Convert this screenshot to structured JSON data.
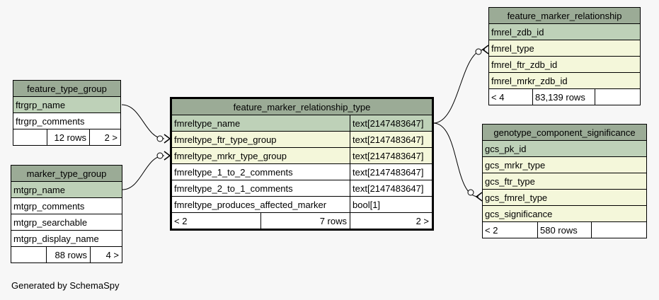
{
  "tables": {
    "feature_type_group": {
      "name": "feature_type_group",
      "columns": [
        "ftrgrp_name",
        "ftrgrp_comments"
      ],
      "rows": "12 rows",
      "children": "2 >"
    },
    "marker_type_group": {
      "name": "marker_type_group",
      "columns": [
        "mtgrp_name",
        "mtgrp_comments",
        "mtgrp_searchable",
        "mtgrp_display_name"
      ],
      "rows": "88 rows",
      "children": "4 >"
    },
    "feature_marker_relationship_type": {
      "name": "feature_marker_relationship_type",
      "columns": [
        {
          "name": "fmreltype_name",
          "type": "text[2147483647]"
        },
        {
          "name": "fmreltype_ftr_type_group",
          "type": "text[2147483647]"
        },
        {
          "name": "fmreltype_mrkr_type_group",
          "type": "text[2147483647]"
        },
        {
          "name": "fmreltype_1_to_2_comments",
          "type": "text[2147483647]"
        },
        {
          "name": "fmreltype_2_to_1_comments",
          "type": "text[2147483647]"
        },
        {
          "name": "fmreltype_produces_affected_marker",
          "type": "bool[1]"
        }
      ],
      "parents": "< 2",
      "rows": "7 rows",
      "children": "2 >"
    },
    "feature_marker_relationship": {
      "name": "feature_marker_relationship",
      "columns": [
        "fmrel_zdb_id",
        "fmrel_type",
        "fmrel_ftr_zdb_id",
        "fmrel_mrkr_zdb_id"
      ],
      "parents": "< 4",
      "rows": "83,139 rows"
    },
    "genotype_component_significance": {
      "name": "genotype_component_significance",
      "columns": [
        "gcs_pk_id",
        "gcs_mrkr_type",
        "gcs_ftr_type",
        "gcs_fmrel_type",
        "gcs_significance"
      ],
      "parents": "< 2",
      "rows": "580 rows"
    }
  },
  "footer": "Generated by SchemaSpy",
  "colors": {
    "header": "#9bab96",
    "primary_key": "#bed1b8",
    "foreign_key": "#f4f7da",
    "background": "#f7f7f7"
  }
}
